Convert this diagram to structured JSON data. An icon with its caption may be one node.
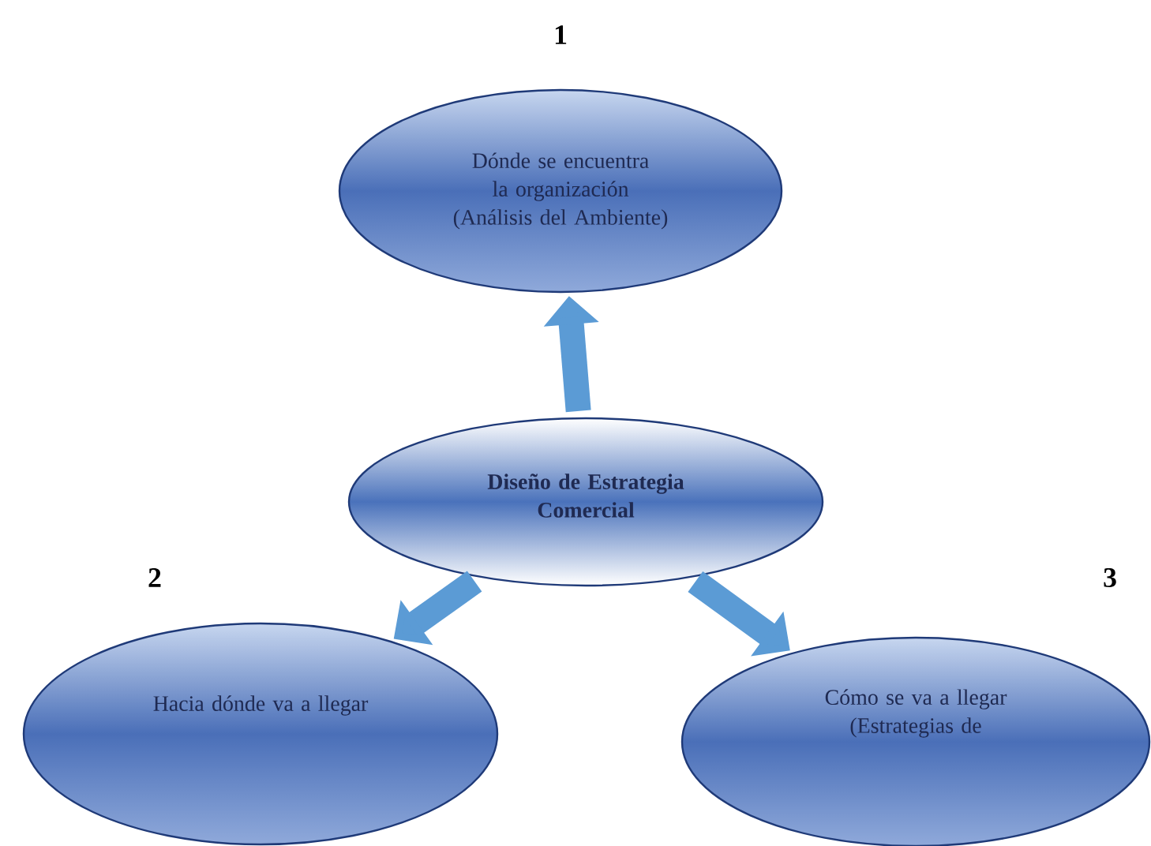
{
  "diagram": {
    "nodes": [
      {
        "text": [
          "Dónde se encuentra la organización (Análisis del Ambiente)"
        ]
      },
      {
        "text": [
          "Diseño de Estrategia Comercial"
        ]
      },
      {
        "text": [
          "Hacia dónde va a llegar"
        ]
      },
      {
        "text": [
          "Cómo se va a llegar (Estrategias de"
        ]
      }
    ],
    "edges": [
      {
        "from": 1,
        "to": 0,
        "arrow": "to"
      },
      {
        "from": 1,
        "to": 2,
        "arrow": "to"
      },
      {
        "from": 1,
        "to": 3,
        "arrow": "to"
      }
    ],
    "labels": [
      "1",
      "2",
      "3"
    ]
  }
}
